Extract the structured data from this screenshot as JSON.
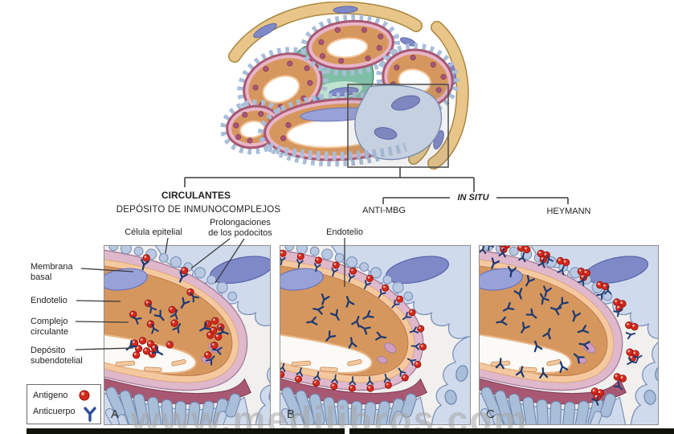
{
  "figure": {
    "tree": {
      "circulantes": "CIRCULANTES",
      "deposito_header": "DEPÓSITO DE INMUNOCOMPLEJOS",
      "in_situ": "IN SITU",
      "anti_mbg": "ANTI-MBG",
      "heymann": "HEYMANN"
    },
    "labels": {
      "celula_epitelial": "Célula epitelial",
      "prolongaciones_1": "Prolongaciones",
      "prolongaciones_2": "de los podocitos",
      "endotelio_b": "Endotelio",
      "membrana_1": "Membrana",
      "membrana_2": "basal",
      "endotelio": "Endotelio",
      "complejo_1": "Complejo",
      "complejo_2": "circulante",
      "deposito_1": "Depósito",
      "deposito_2": "subendotelial"
    },
    "panels": [
      {
        "letter": "A"
      },
      {
        "letter": "B"
      },
      {
        "letter": "C"
      }
    ],
    "legend": {
      "antigen_label": "Antigeno",
      "antibody_label": "Anticuerpo"
    },
    "watermark": "www.medilibros.com",
    "colors": {
      "antigen": "#d6281c",
      "antigen_dark": "#8f150e",
      "antigen_hi": "#f6a99e",
      "antibody": "#1e3a70",
      "antibody_legend": "#2e4d9e",
      "membrane": "#dfb8cc",
      "membrane_edge": "#a87f9f",
      "rim": "#f5c9a0",
      "rim_edge": "#d89b64",
      "cyto": "#d6975f",
      "cyto_edge": "#b86f3f",
      "lumen": "#fbfaf7",
      "podocyte": "#cfdbed",
      "podocyte_edge": "#7b91b8",
      "pebble": "#b9c9e2",
      "column": "#a9bed9",
      "column_edge": "#6e86ac",
      "maroon": "#a85873",
      "maroon_edge": "#7d3a55",
      "nucleus": "#99a2d8",
      "nucleus_edge": "#6a73ba",
      "nucleus_dark": "#8089c8",
      "nucleus_dark_edge": "#5c66ab",
      "green": "#7fbfa5",
      "green_edge": "#43886c",
      "capsule": "#e8c689",
      "capsule_edge": "#a98640",
      "panel_bg": "#f1f0ee",
      "line": "#3a3a3a"
    }
  }
}
